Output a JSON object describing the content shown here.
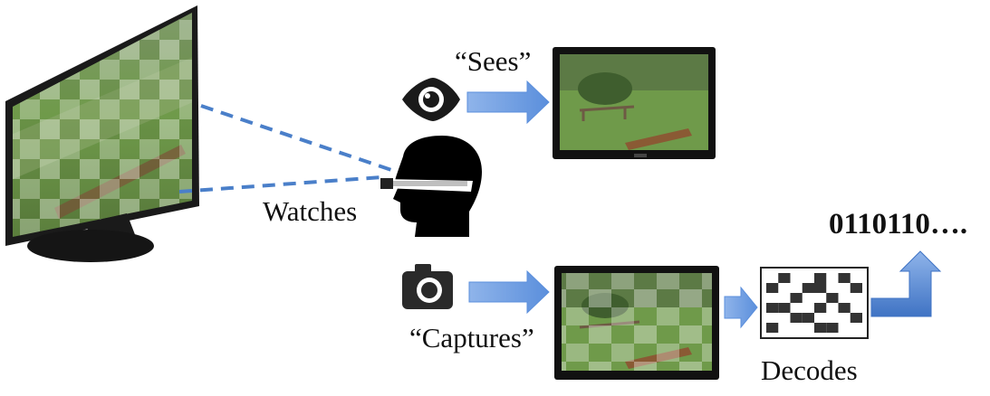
{
  "labels": {
    "sees": "“Sees”",
    "watches": "Watches",
    "captures": "“Captures”",
    "decodes": "Decodes",
    "bits": "0110110…."
  },
  "icons": {
    "eye": "eye-icon",
    "camera": "camera-icon",
    "head": "head-with-glasses-icon"
  },
  "colors": {
    "arrow": "#6a9be0",
    "arrow_dark": "#3f73c4",
    "sightline": "#4a7fc9",
    "grass": "#6f9a4a",
    "screen_frame": "#111111"
  },
  "decoded_pattern": [
    [
      0,
      1,
      0,
      0,
      1,
      0,
      1,
      0
    ],
    [
      1,
      0,
      0,
      1,
      1,
      0,
      0,
      1
    ],
    [
      0,
      0,
      1,
      0,
      0,
      1,
      0,
      0
    ],
    [
      1,
      1,
      0,
      0,
      1,
      0,
      1,
      0
    ],
    [
      0,
      0,
      1,
      1,
      0,
      0,
      0,
      1
    ],
    [
      1,
      0,
      0,
      0,
      1,
      1,
      0,
      0
    ]
  ]
}
